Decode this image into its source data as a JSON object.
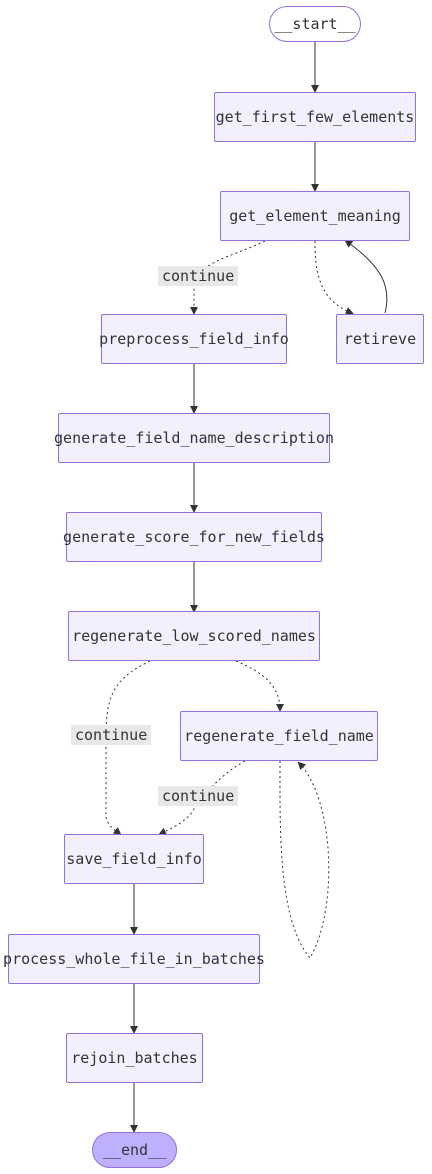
{
  "nodes": {
    "start": "__start__",
    "get_first_few_elements": "get_first_few_elements",
    "get_element_meaning": "get_element_meaning",
    "preprocess_field_info": "preprocess_field_info",
    "retireve": "retireve",
    "generate_field_name_description": "generate_field_name_description",
    "generate_score_for_new_fields": "generate_score_for_new_fields",
    "regenerate_low_scored_names": "regenerate_low_scored_names",
    "regenerate_field_name": "regenerate_field_name",
    "save_field_info": "save_field_info",
    "process_whole_file_in_batches": "process_whole_file_in_batches",
    "rejoin_batches": "rejoin_batches",
    "end": "__end__"
  },
  "edge_labels": {
    "continue_1": "continue",
    "continue_2": "continue",
    "continue_3": "continue"
  },
  "colors": {
    "node_fill": "#f2f0ff",
    "node_border": "#9370db",
    "end_fill": "#bfb0ff",
    "edge": "#333333",
    "label_bg": "#e8e8e8"
  }
}
